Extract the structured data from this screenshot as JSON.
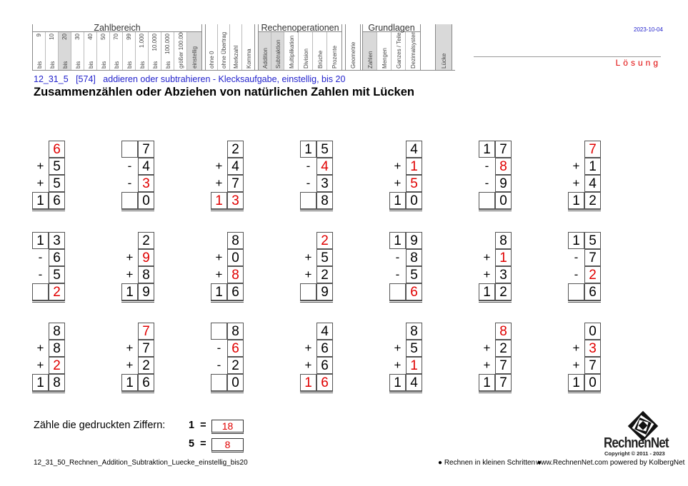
{
  "header": {
    "groups": [
      {
        "title": "Zahlbereich",
        "columns": [
          {
            "top": "9",
            "bottom": "bis",
            "active": false
          },
          {
            "top": "10",
            "bottom": "bis",
            "active": false
          },
          {
            "top": "20",
            "bottom": "bis",
            "active": true
          },
          {
            "top": "30",
            "bottom": "bis",
            "active": false
          },
          {
            "top": "40",
            "bottom": "bis",
            "active": false
          },
          {
            "top": "50",
            "bottom": "bis",
            "active": false
          },
          {
            "top": "70",
            "bottom": "bis",
            "active": false
          },
          {
            "top": "99",
            "bottom": "bis",
            "active": false
          },
          {
            "top": "1.000",
            "bottom": "bis",
            "active": false
          },
          {
            "top": "10.000",
            "bottom": "bis",
            "active": false
          },
          {
            "top": "100.000",
            "bottom": "bis",
            "active": false
          },
          {
            "top": "",
            "bottom": "größer 100.000",
            "active": false
          },
          {
            "top": "",
            "bottom": "einstellig",
            "active": true
          }
        ]
      },
      {
        "title": "",
        "columns": [
          {
            "top": "",
            "bottom": "ohne 0",
            "active": false
          },
          {
            "top": "",
            "bottom": "ohne Übertrag",
            "active": false
          },
          {
            "top": "",
            "bottom": "Merkzahl",
            "active": false
          },
          {
            "top": "",
            "bottom": "Komma",
            "active": false
          }
        ]
      },
      {
        "title": "Rechenoperationen",
        "columns": [
          {
            "top": "",
            "bottom": "Addition",
            "active": true
          },
          {
            "top": "",
            "bottom": "Subtraktion",
            "active": true
          },
          {
            "top": "",
            "bottom": "Multiplikation",
            "active": false
          },
          {
            "top": "",
            "bottom": "Division",
            "active": false
          },
          {
            "top": "",
            "bottom": "Brüche",
            "active": false
          },
          {
            "top": "",
            "bottom": "Prozente",
            "active": false
          }
        ]
      },
      {
        "title": "",
        "columns": [
          {
            "top": "",
            "bottom": "Geometrie",
            "active": false
          }
        ]
      },
      {
        "title": "Grundlagen",
        "columns": [
          {
            "top": "",
            "bottom": "Zahlen",
            "active": true
          },
          {
            "top": "",
            "bottom": "Mengen",
            "active": false
          },
          {
            "top": "",
            "bottom": "Ganzes / Teile",
            "active": false
          },
          {
            "top": "",
            "bottom": "Dezimalsystem",
            "active": false
          }
        ]
      },
      {
        "title": "",
        "columns": [
          {
            "top": "",
            "bottom": "Lücke",
            "active": true
          }
        ]
      }
    ],
    "date": "2023-10-04",
    "solution_label": "Lösung"
  },
  "title": {
    "code_line": "12_31_5   [574]   addieren oder subtrahieren - Klecksaufgabe, einstellig, bis 20",
    "main": "Zusammenzählen oder Abziehen von natürlichen Zahlen mit Lücken"
  },
  "colors": {
    "answer": "#e00000",
    "info": "#2222cc"
  },
  "problems": [
    [
      [
        "",
        "",
        "6r"
      ],
      [
        "+",
        "",
        "5"
      ],
      [
        "+",
        "",
        "5"
      ],
      [
        "=",
        "1",
        "6"
      ]
    ],
    [
      [
        "",
        "#",
        "7"
      ],
      [
        "-",
        "",
        "4"
      ],
      [
        "-",
        "",
        "3r"
      ],
      [
        "=",
        "#",
        "0"
      ]
    ],
    [
      [
        "",
        "",
        "2"
      ],
      [
        "+",
        "",
        "4"
      ],
      [
        "+",
        "",
        "7"
      ],
      [
        "=",
        "1r",
        "3r"
      ]
    ],
    [
      [
        "",
        "1",
        "5"
      ],
      [
        "-",
        "",
        "4r"
      ],
      [
        "-",
        "",
        "3"
      ],
      [
        "=",
        "#",
        "8"
      ]
    ],
    [
      [
        "",
        "",
        "4"
      ],
      [
        "+",
        "",
        "1r"
      ],
      [
        "+",
        "",
        "5r"
      ],
      [
        "=",
        "1",
        "0"
      ]
    ],
    [
      [
        "",
        "1",
        "7"
      ],
      [
        "-",
        "",
        "8r"
      ],
      [
        "-",
        "",
        "9"
      ],
      [
        "=",
        "#",
        "0"
      ]
    ],
    [
      [
        "",
        "",
        "7r"
      ],
      [
        "+",
        "",
        "1"
      ],
      [
        "+",
        "",
        "4"
      ],
      [
        "=",
        "1",
        "2"
      ]
    ],
    [
      [
        "",
        "1",
        "3"
      ],
      [
        "-",
        "",
        "6"
      ],
      [
        "-",
        "",
        "5"
      ],
      [
        "=",
        "#",
        "2r"
      ]
    ],
    [
      [
        "",
        "",
        "2"
      ],
      [
        "+",
        "",
        "9r"
      ],
      [
        "+",
        "",
        "8"
      ],
      [
        "=",
        "1",
        "9"
      ]
    ],
    [
      [
        "",
        "",
        "8"
      ],
      [
        "+",
        "",
        "0"
      ],
      [
        "+",
        "",
        "8r"
      ],
      [
        "=",
        "1",
        "6"
      ]
    ],
    [
      [
        "",
        "",
        "2r"
      ],
      [
        "+",
        "",
        "5"
      ],
      [
        "+",
        "",
        "2"
      ],
      [
        "=",
        "#",
        "9"
      ]
    ],
    [
      [
        "",
        "1",
        "9"
      ],
      [
        "-",
        "",
        "8"
      ],
      [
        "-",
        "",
        "5"
      ],
      [
        "=",
        "#",
        "6r"
      ]
    ],
    [
      [
        "",
        "",
        "8"
      ],
      [
        "+",
        "",
        "1r"
      ],
      [
        "+",
        "",
        "3"
      ],
      [
        "=",
        "1",
        "2"
      ]
    ],
    [
      [
        "",
        "1",
        "5"
      ],
      [
        "-",
        "",
        "7"
      ],
      [
        "-",
        "",
        "2r"
      ],
      [
        "=",
        "#",
        "6"
      ]
    ],
    [
      [
        "",
        "",
        "8"
      ],
      [
        "+",
        "",
        "8"
      ],
      [
        "+",
        "",
        "2r"
      ],
      [
        "=",
        "1",
        "8"
      ]
    ],
    [
      [
        "",
        "",
        "7r"
      ],
      [
        "+",
        "",
        "7"
      ],
      [
        "+",
        "",
        "2"
      ],
      [
        "=",
        "1",
        "6"
      ]
    ],
    [
      [
        "",
        "#",
        "8"
      ],
      [
        "-",
        "",
        "6r"
      ],
      [
        "-",
        "",
        "2"
      ],
      [
        "=",
        "#",
        "0"
      ]
    ],
    [
      [
        "",
        "",
        "4"
      ],
      [
        "+",
        "",
        "6"
      ],
      [
        "+",
        "",
        "6"
      ],
      [
        "=",
        "1r",
        "6r"
      ]
    ],
    [
      [
        "",
        "",
        "8"
      ],
      [
        "+",
        "",
        "5"
      ],
      [
        "+",
        "",
        "1r"
      ],
      [
        "=",
        "1",
        "4"
      ]
    ],
    [
      [
        "",
        "",
        "8r"
      ],
      [
        "+",
        "",
        "2"
      ],
      [
        "+",
        "",
        "7"
      ],
      [
        "=",
        "1",
        "7"
      ]
    ],
    [
      [
        "",
        "",
        "0"
      ],
      [
        "+",
        "",
        "3r"
      ],
      [
        "+",
        "",
        "7"
      ],
      [
        "=",
        "1",
        "0"
      ]
    ]
  ],
  "count": {
    "label": "Zähle die gedruckten Ziffern:",
    "items": [
      {
        "digit": "1",
        "eq": "=",
        "value": "18"
      },
      {
        "digit": "5",
        "eq": "=",
        "value": "8"
      }
    ]
  },
  "footer": {
    "filename": "12_31_50_Rechnen_Addition_Subtraktion_Luecke_einstellig_bis20",
    "slogan": "● Rechnen in kleinen Schritten ●",
    "website": "www.RechnenNet.com powered by KolbergNet",
    "brand": "RechnenNet",
    "copyright": "Copyright © 2011 - 2023"
  }
}
